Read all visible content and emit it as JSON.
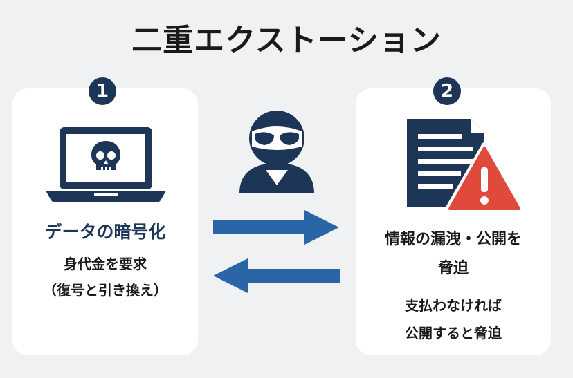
{
  "title": "二重エクストーション",
  "colors": {
    "navy": "#1d3557",
    "blue": "#2a66a7",
    "warning_red": "#e04a3c"
  },
  "left_card": {
    "number": "1",
    "icon": "laptop-skull-icon",
    "heading": "データの暗号化",
    "line1": "身代金を要求",
    "line2": "（復号と引き換え）"
  },
  "center": {
    "icon": "hacker-icon",
    "arrow_right": "arrow-right-icon",
    "arrow_left": "arrow-left-icon"
  },
  "right_card": {
    "number": "2",
    "icon": "document-warning-icon",
    "heading_line1": "情報の漏洩・公開を",
    "heading_line2": "脅迫",
    "line1": "支払わなければ",
    "line2": "公開すると脅迫"
  }
}
